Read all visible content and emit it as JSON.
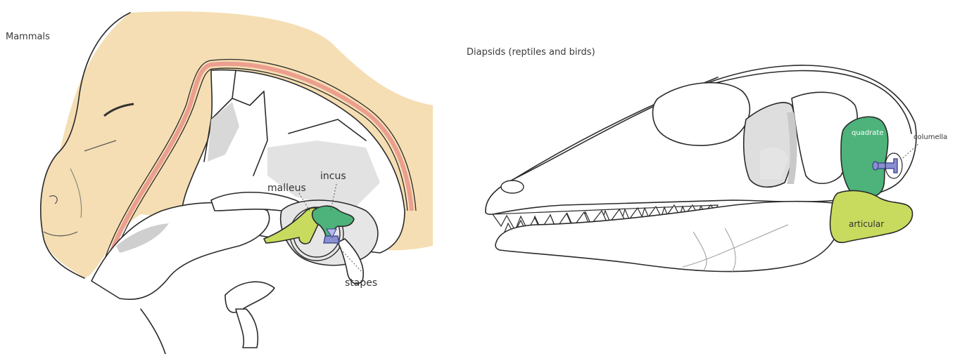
{
  "panels": {
    "mammals": {
      "title": "Mammals"
    },
    "diapsids": {
      "title": "Diapsids (reptiles and birds)"
    }
  },
  "labels": {
    "malleus": "malleus",
    "incus": "incus",
    "stapes": "stapes",
    "quadrate": "quadrate",
    "columella": "columella",
    "articular": "articular"
  },
  "colors": {
    "skin": "#f5deb3",
    "outline_pink": "#ec9e8f",
    "bone": "#ffffff",
    "shadow": "#d8d8d8",
    "ossicle_green": "#4db37a",
    "ossicle_yellow": "#c8db5f",
    "ossicle_blue": "#8a8fd0"
  }
}
